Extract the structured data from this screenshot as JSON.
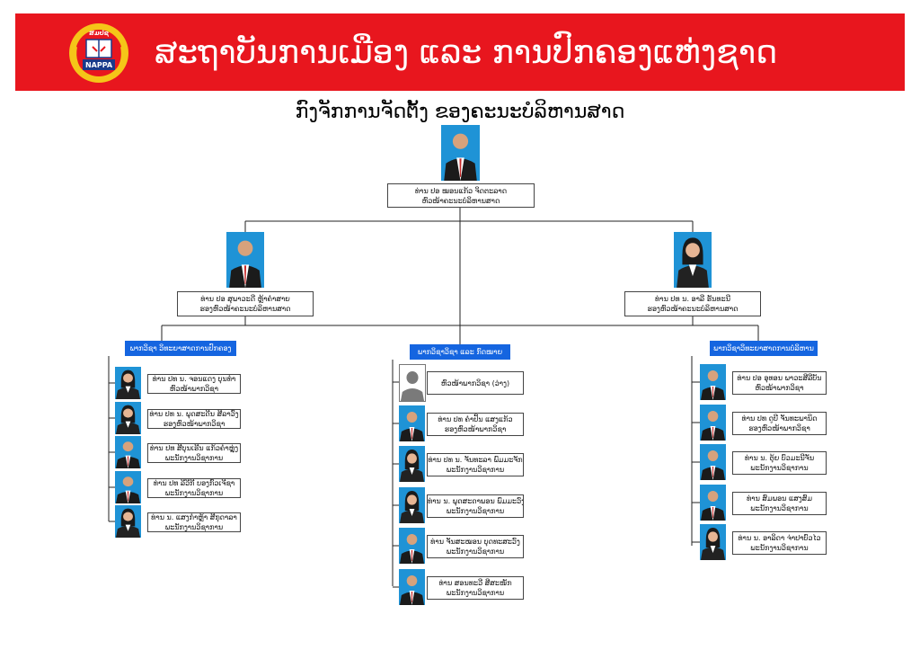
{
  "header": {
    "title": "ສະຖາບັນການເມືອງ ແລະ ການປົກຄອງແຫ່ງຊາດ",
    "logo_text_top": "ສມປຊ",
    "logo_text_bottom": "NAPPA"
  },
  "chart_title": "ກົງຈັກການຈັດຕັ້ງ ຂອງຄະນະບໍລິຫານສາດ",
  "colors": {
    "banner": "#e8161e",
    "dept_header": "#1565e0",
    "photo_bg": "#1f93d6"
  },
  "dean": {
    "name": "ທ່ານ ປອ ໝອນແກ້ວ ຈິດຕະລາດ",
    "role": "ຫົວໜ້າຄະນະບໍລິຫານສາດ"
  },
  "deputies": [
    {
      "name": "ທ່ານ ປອ ສຸພາວະດີ ຫຼ້າຄຳສາຍ",
      "role": "ຮອງຫົວໜ້າຄະນະບໍລິຫານສາດ"
    },
    {
      "name": "ທ່ານ ປທ ນ. ອາລີ ຮັນທະນີ",
      "role": "ຮອງຫົວໜ້າຄະນະບໍລິຫານສາດ"
    }
  ],
  "departments": [
    {
      "title": "ພາກວິຊາ ວິທະຍາສາດການປົກຄອງ",
      "members": [
        {
          "name": "ທ່ານ ປທ ນ. ຈອນແດງ ບຸນທຳ",
          "role": "ຫົວໜ້າພາກວິຊາ"
        },
        {
          "name": "ທ່ານ ປທ ນ. ພຸດສະດີນ ສີລາວົງ",
          "role": "ຮອງຫົວໜ້າພາກວິຊາ"
        },
        {
          "name": "ທ່ານ ປທ ສີບຸນເຮີນ ແກ້ວຄຳຫຼຸ່ງ",
          "role": "ພະນັກງານວິຊາການ"
        },
        {
          "name": "ທ່ານ ປທ ລີວີກີ ບອງກົວເຈີຊາ",
          "role": "ພະນັກງານວິຊາການ"
        },
        {
          "name": "ທ່ານ ນ. ແສງກຳຫຼ້າ ສີກຸດາລາ",
          "role": "ພະນັກງານວິຊາການ"
        }
      ]
    },
    {
      "title": "ພາກວິຊາວິຊາ ແລະ ກົດໝາຍ",
      "members": [
        {
          "name": "ຫົວໜ້າພາກວິຊາ (ວ່າງ)",
          "role": ""
        },
        {
          "name": "ທ່ານ ປທ ຄຳປິ້ນ ແສງແກ້ວ",
          "role": "ຮອງຫົວໜ້າພາກວິຊາ"
        },
        {
          "name": "ທ່ານ ປທ ນ. ຈັນທະລາ ພົມມະຈັກ",
          "role": "ພະນັກງານວິຊາການ"
        },
        {
          "name": "ທ່ານ ນ. ພຸດສະດາພອນ ພົມມະວົງສາ",
          "role": "ພະນັກງານວິຊາການ"
        },
        {
          "name": "ທ່ານ ຈັນສະໝອນ ບຸດທະສະວົງ",
          "role": "ພະນັກງານວິຊາການ"
        },
        {
          "name": "ທ່ານ ສອນທະວີ ສີສະໜັກ",
          "role": "ພະນັກງານວິຊາການ"
        }
      ]
    },
    {
      "title": "ພາກວິຊາວິທະຍາສາດການບໍລິຫານ",
      "members": [
        {
          "name": "ທ່ານ ປອ ອຸທອນ ພາວະສີລີບັນ",
          "role": "ຫົວໜ້າພາກວິຊາ"
        },
        {
          "name": "ທ່ານ ປທ ດູບີ ຈັນທະພານິດ",
          "role": "ຮອງຫົວໜ້າພາກວິຊາ"
        },
        {
          "name": "ທ່ານ ນ. ຕຸ້ຍ ບົວມະນີຈັນ",
          "role": "ພະນັກງານວິຊາການ"
        },
        {
          "name": "ທ່ານ ສົມພອນ ແສງສົມ",
          "role": "ພະນັກງານວິຊາການ"
        },
        {
          "name": "ທ່ານ ນ. ອາລິດາ ຈ່າປາບົວໄວ",
          "role": "ພະນັກງານວິຊາການ"
        }
      ]
    }
  ]
}
